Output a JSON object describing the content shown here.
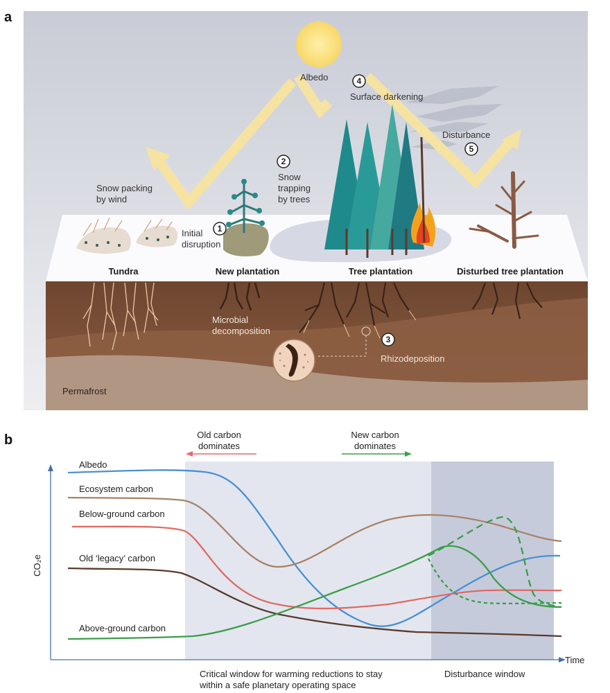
{
  "panel_a": {
    "letter": "a",
    "labels": {
      "albedo": "Albedo",
      "surface_darkening": "Surface darkening",
      "disturbance": "Disturbance",
      "snow_trapping_1": "Snow",
      "snow_trapping_2": "trapping",
      "snow_trapping_3": "by trees",
      "snow_packing_1": "Snow packing",
      "snow_packing_2": "by wind",
      "initial_1": "Initial",
      "initial_2": "disruption",
      "microbial_1": "Microbial",
      "microbial_2": "decomposition",
      "rhizodeposition": "Rhizodeposition",
      "permafrost": "Permafrost"
    },
    "numbers": [
      "1",
      "2",
      "3",
      "4",
      "5"
    ],
    "zones": [
      "Tundra",
      "New plantation",
      "Tree plantation",
      "Disturbed tree plantation"
    ]
  },
  "panel_b": {
    "letter": "b",
    "old_carbon_1": "Old carbon",
    "old_carbon_2": "dominates",
    "new_carbon_1": "New carbon",
    "new_carbon_2": "dominates",
    "y_axis": "CO₂e",
    "x_axis": "Time",
    "critical_1": "Critical window for warming reductions to stay",
    "critical_2": "within a safe planetary operating space",
    "disturbance_window": "Disturbance window",
    "series": [
      "Albedo",
      "Ecosystem carbon",
      "Below-ground carbon",
      "Old ‘legacy’ carbon",
      "Above-ground carbon"
    ],
    "colors": {
      "albedo": "#4a90d0",
      "ecosystem": "#a88268",
      "below": "#e06a64",
      "legacy": "#5a3a2c",
      "above": "#3a9e48",
      "old_arrow": "#e86a6a",
      "new_arrow": "#3aa14a"
    }
  }
}
